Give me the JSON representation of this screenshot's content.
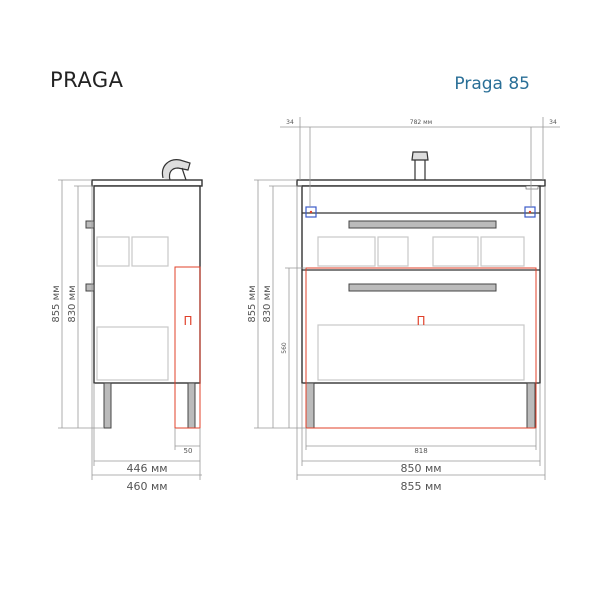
{
  "header": {
    "title": "PRAGA",
    "model": "Praga 85"
  },
  "side_view": {
    "height_total": "855 мм",
    "height_body": "830 мм",
    "depth_body": "446 мм",
    "depth_total": "460 мм",
    "leg_offset": "50",
    "zone_mark": "П"
  },
  "front_view": {
    "left_offset": "34",
    "inner_width": "782 мм",
    "right_offset": "34",
    "height_total": "855 мм",
    "height_body": "830 мм",
    "zone_height": "560",
    "zone_width": "818",
    "width_body": "850 мм",
    "width_total": "855 мм",
    "zone_mark": "П"
  },
  "colors": {
    "accent": "#2a6f97",
    "zone": "#e0402a",
    "mount": "#3b5bc8"
  }
}
